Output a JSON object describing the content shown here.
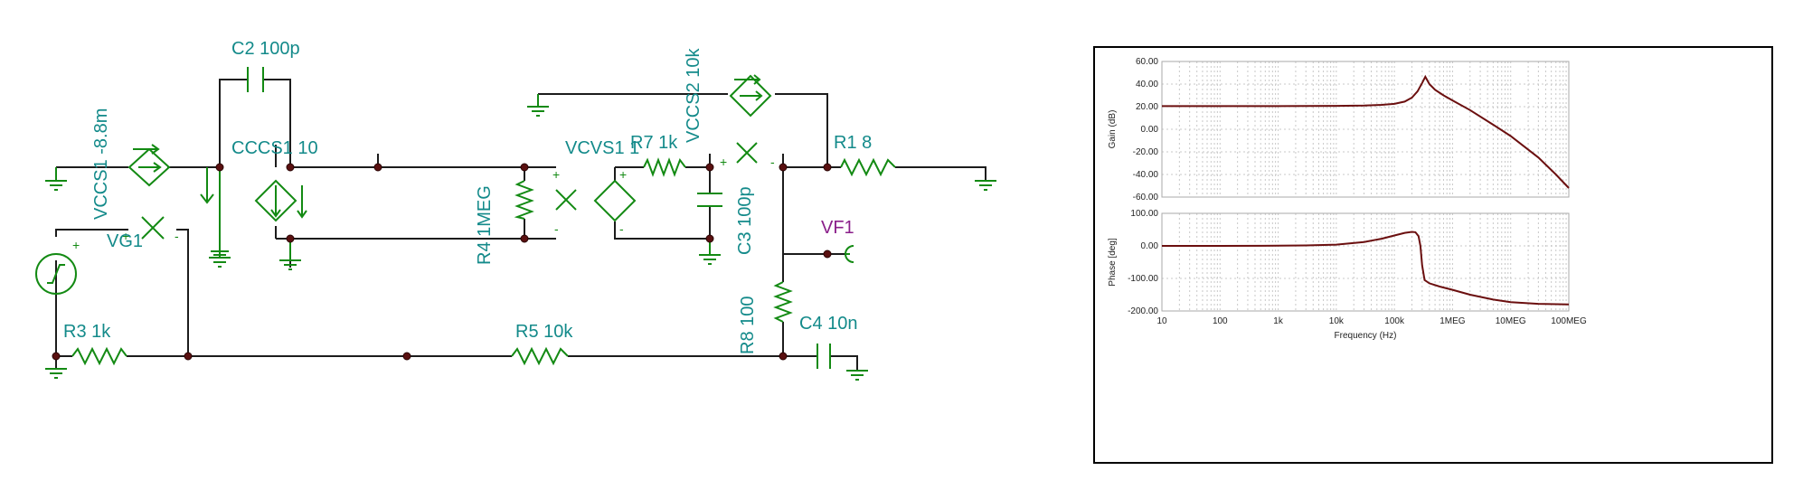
{
  "schematic": {
    "labels": {
      "c2": "C2 100p",
      "vccs1": "VCCS1 -8.8m",
      "cccs1": "CCCS1 10",
      "vg1": "VG1",
      "r3": "R3 1k",
      "r4": "R4 1MEG",
      "vcvs1": "VCVS1 1",
      "r7": "R7 1k",
      "vccs2": "VCCS2 10k",
      "c3": "C3 100p",
      "r1": "R1 8",
      "vf1": "VF1",
      "r5": "R5 10k",
      "r8": "R8 100",
      "c4": "C4 10n"
    },
    "polarity": {
      "plus": "+",
      "minus": "-"
    },
    "colors": {
      "component": "#138a13",
      "label": "#138a8a",
      "probe_label": "#8a1f8a",
      "wire": "#1c1c1c",
      "node": "#5a1010"
    }
  },
  "chart_data": [
    {
      "type": "line",
      "xlabel": "Frequency (Hz)",
      "ylabel": "Gain (dB)",
      "x_scale": "log",
      "xlim": [
        10,
        100000000
      ],
      "ylim": [
        -60,
        60
      ],
      "grid": true,
      "x_tick_labels": [
        "10",
        "100",
        "1k",
        "10k",
        "100k",
        "1MEG",
        "10MEG",
        "100MEG"
      ],
      "y_tick_labels": [
        "60.00",
        "40.00",
        "20.00",
        "0.00",
        "-20.00",
        "-40.00",
        "-60.00"
      ],
      "series": [
        {
          "color": "#6b0f0f",
          "x": [
            10,
            100,
            1000,
            10000,
            30000,
            60000,
            100000,
            150000,
            200000,
            250000,
            300000,
            340000,
            400000,
            500000,
            700000,
            1000000,
            2000000,
            5000000,
            10000000,
            30000000,
            60000000,
            100000000
          ],
          "y": [
            20.5,
            20.5,
            20.5,
            20.7,
            21.0,
            21.6,
            22.5,
            24.5,
            28.0,
            33.5,
            41.0,
            46.5,
            40.0,
            35.0,
            30.0,
            25.5,
            17.0,
            4.0,
            -6.0,
            -25.0,
            -40.0,
            -52.0
          ]
        }
      ]
    },
    {
      "type": "line",
      "xlabel": "Frequency (Hz)",
      "ylabel": "Phase [deg]",
      "x_scale": "log",
      "xlim": [
        10,
        100000000
      ],
      "ylim": [
        -200,
        100
      ],
      "grid": true,
      "x_tick_labels": [
        "10",
        "100",
        "1k",
        "10k",
        "100k",
        "1MEG",
        "10MEG",
        "100MEG"
      ],
      "y_tick_labels": [
        "100.00",
        "0.00",
        "-100.00",
        "-200.00"
      ],
      "series": [
        {
          "color": "#6b0f0f",
          "x": [
            10,
            100,
            1000,
            3000,
            10000,
            30000,
            60000,
            100000,
            150000,
            200000,
            230000,
            260000,
            280000,
            300000,
            330000,
            400000,
            600000,
            1000000,
            2000000,
            5000000,
            10000000,
            30000000,
            100000000
          ],
          "y": [
            0,
            0,
            0.5,
            1.5,
            4,
            12,
            22,
            32,
            40,
            43,
            42,
            30,
            0,
            -60,
            -105,
            -115,
            -125,
            -135,
            -150,
            -165,
            -173,
            -178,
            -180
          ]
        }
      ]
    }
  ]
}
